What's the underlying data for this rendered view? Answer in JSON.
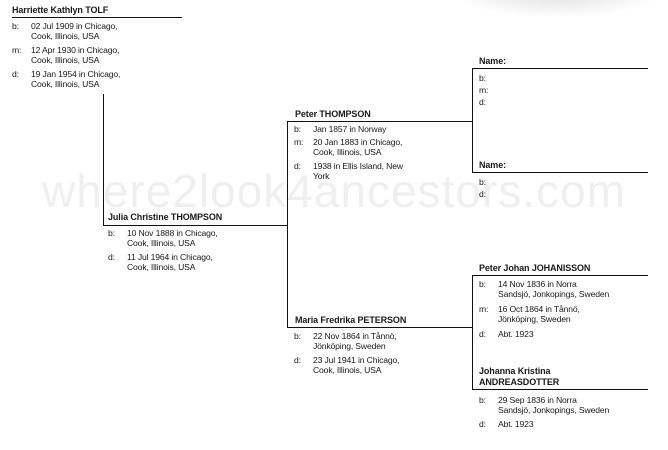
{
  "watermark": "where2look4ancestors.com",
  "p1": {
    "name": "Harriette Kathlyn TOLF",
    "events": [
      {
        "k": "b:",
        "v": [
          "02 Jul 1909 in Chicago,",
          "Cook, Illinois, USA"
        ]
      },
      {
        "k": "m:",
        "v": [
          "12 Apr 1930 in Chicago,",
          "Cook, Illinois, USA"
        ]
      },
      {
        "k": "d:",
        "v": [
          "19 Jan 1954 in Chicago,",
          "Cook, Illinois, USA"
        ]
      }
    ]
  },
  "p3": {
    "name": "Julia Christine THOMPSON",
    "events": [
      {
        "k": "b:",
        "v": [
          "10 Nov 1888 in Chicago,",
          "Cook, Illinois, USA"
        ]
      },
      {
        "k": "d:",
        "v": [
          "11 Jul 1964 in Chicago,",
          "Cook, Illinois, USA"
        ]
      }
    ]
  },
  "p6": {
    "name": "Peter THOMPSON",
    "events": [
      {
        "k": "b:",
        "v": [
          "Jan 1857 in Norway"
        ]
      },
      {
        "k": "m:",
        "v": [
          "20 Jan 1883 in Chicago,",
          "Cook, Illinois, USA"
        ]
      },
      {
        "k": "d:",
        "v": [
          "1938 in Ellis Island, New",
          "York"
        ]
      }
    ]
  },
  "p7": {
    "name": "Maria Fredrika PETERSON",
    "events": [
      {
        "k": "b:",
        "v": [
          "22 Nov 1864 in Tånnö,",
          "Jönköping, Sweden"
        ]
      },
      {
        "k": "d:",
        "v": [
          "23 Jul 1941 in Chicago,",
          "Cook, Illinois, USA"
        ]
      }
    ]
  },
  "p12": {
    "name": "Name:",
    "events": [
      {
        "k": "b:"
      },
      {
        "k": "m:"
      },
      {
        "k": "d:"
      }
    ]
  },
  "p13": {
    "name": "Name:",
    "events": [
      {
        "k": "b:"
      },
      {
        "k": "d:"
      }
    ]
  },
  "p14": {
    "name": "Peter Johan JOHANISSON",
    "events": [
      {
        "k": "b:",
        "v": [
          "14 Nov 1836 in Norra",
          "Sandsjö, Jonkopings, Sweden"
        ]
      },
      {
        "k": "m:",
        "v": [
          "16 Oct 1864 in Tånnö,",
          "Jönköping, Sweden"
        ]
      },
      {
        "k": "d:",
        "v": [
          "Abt. 1923"
        ]
      }
    ]
  },
  "p15": {
    "name_lines": [
      "Johanna Kristina",
      "ANDREASDOTTER"
    ],
    "events": [
      {
        "k": "b:",
        "v": [
          "29 Sep 1836 in Norra",
          "Sandsjö, Jonkopings, Sweden"
        ]
      },
      {
        "k": "d:",
        "v": [
          "Abt. 1923"
        ]
      }
    ]
  }
}
